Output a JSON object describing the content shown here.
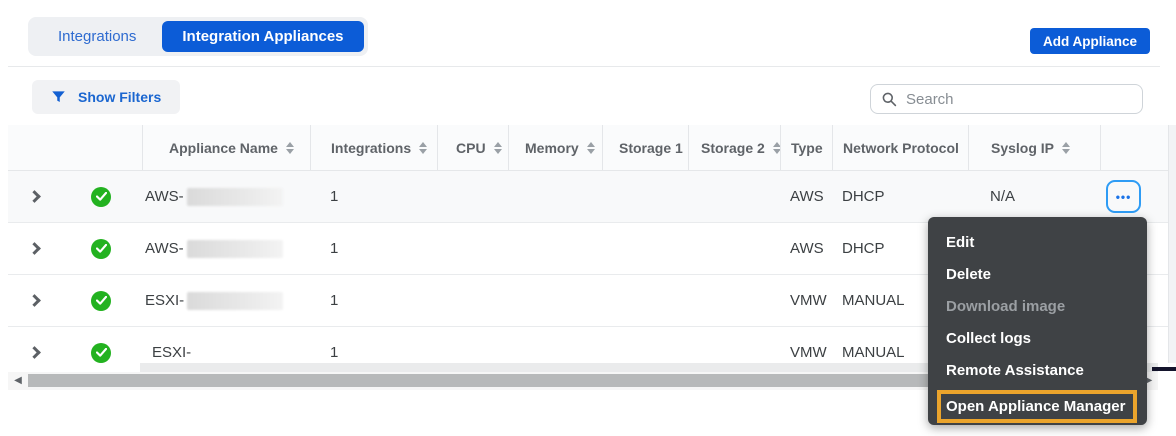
{
  "tabs": {
    "integrations": "Integrations",
    "integration_appliances": "Integration Appliances"
  },
  "header": {
    "add_appliance_label": "Add Appliance"
  },
  "toolbar": {
    "show_filters_label": "Show Filters",
    "search_placeholder": "Search"
  },
  "table": {
    "columns": [
      {
        "label": "Appliance Name"
      },
      {
        "label": "Integrations"
      },
      {
        "label": "CPU"
      },
      {
        "label": "Memory"
      },
      {
        "label": "Storage 1"
      },
      {
        "label": "Storage 2"
      },
      {
        "label": "Type"
      },
      {
        "label": "Network Protocol"
      },
      {
        "label": "Syslog IP"
      }
    ],
    "rows": [
      {
        "status": "ok",
        "name": "AWS-",
        "integrations": "1",
        "cpu": "",
        "memory": "",
        "storage1": "",
        "storage2": "",
        "type": "AWS",
        "network_protocol": "DHCP",
        "syslog_ip": "N/A"
      },
      {
        "status": "ok",
        "name": "AWS-",
        "integrations": "1",
        "cpu": "",
        "memory": "",
        "storage1": "",
        "storage2": "",
        "type": "AWS",
        "network_protocol": "DHCP",
        "syslog_ip": ""
      },
      {
        "status": "ok",
        "name": "ESXI-",
        "integrations": "1",
        "cpu": "",
        "memory": "",
        "storage1": "",
        "storage2": "",
        "type": "VMW",
        "network_protocol": "MANUAL",
        "syslog_ip": ""
      },
      {
        "status": "ok",
        "name": "ESXI-",
        "integrations": "1",
        "cpu": "",
        "memory": "",
        "storage1": "",
        "storage2": "",
        "type": "VMW",
        "network_protocol": "MANUAL",
        "syslog_ip": ""
      }
    ],
    "actions_icon": "•••"
  },
  "context_menu": {
    "items": [
      {
        "label": "Edit"
      },
      {
        "label": "Delete"
      },
      {
        "label": "Download image",
        "disabled": true
      },
      {
        "label": "Collect logs"
      },
      {
        "label": "Remote Assistance"
      },
      {
        "label": "Open Appliance Manager",
        "highlighted": true
      }
    ]
  },
  "scrollbar": {
    "left_arrow": "◀",
    "right_arrow": "▶"
  },
  "colors": {
    "primary_blue": "#0c5cd7",
    "focus_blue": "#2e9cf5",
    "status_green": "#23b220",
    "menu_bg": "#3f4245",
    "highlight_orange": "#eba42c"
  }
}
